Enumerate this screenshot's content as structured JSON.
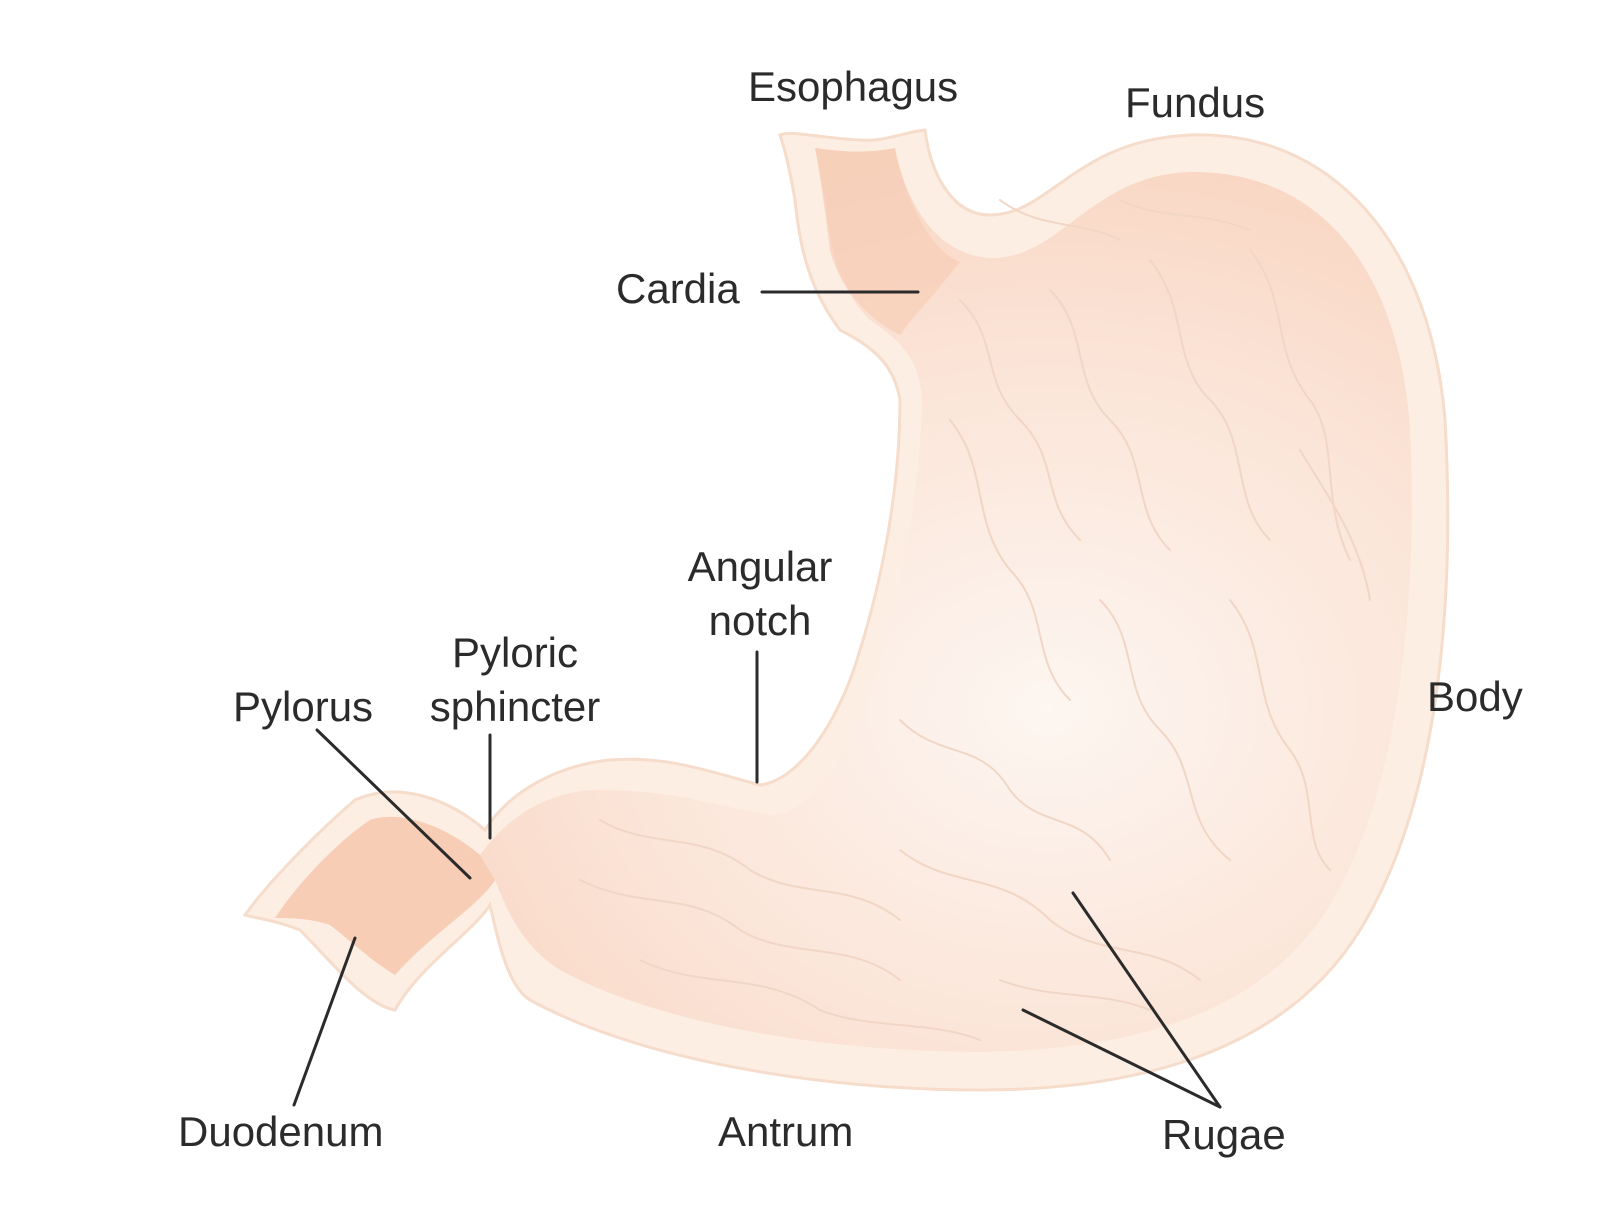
{
  "labels": {
    "esophagus": "Esophagus",
    "fundus": "Fundus",
    "cardia": "Cardia",
    "body": "Body",
    "angular_notch_1": "Angular",
    "angular_notch_2": "notch",
    "pyloric_sphincter_1": "Pyloric",
    "pyloric_sphincter_2": "sphincter",
    "pylorus": "Pylorus",
    "duodenum": "Duodenum",
    "antrum": "Antrum",
    "rugae": "Rugae"
  },
  "colors": {
    "stomach_outer": "#fdeee4",
    "stomach_inner": "#f9d3bf",
    "stomach_light": "#fdf4ee",
    "rugae_lines": "#f3dccf",
    "leader_lines": "#2b2b2b",
    "text": "#2b2b2b"
  }
}
